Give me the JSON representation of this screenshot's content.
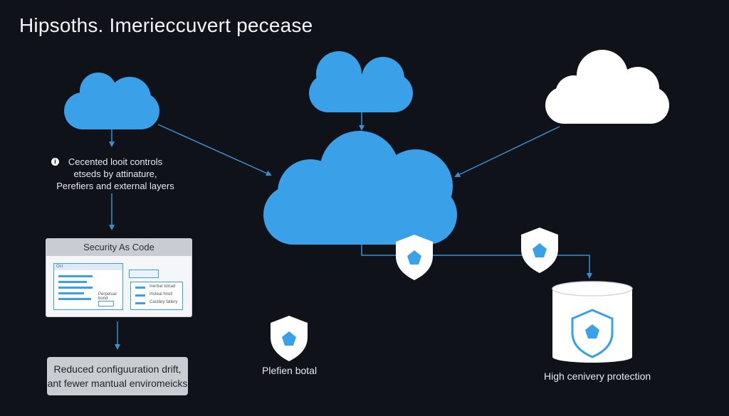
{
  "title": "Hipsoths. Imerieccuvert pecease",
  "note": {
    "lines": [
      "Cecented looit controls",
      "etseds by attinature,",
      "Perefiers and external layers"
    ]
  },
  "panel": {
    "header": "Security As Code",
    "window_tab": "Oct",
    "small_tag_1": "Perpetual",
    "small_tag_2": "bond",
    "row_texts": [
      "Inertiar tolcad",
      "Insteal hnoll",
      "Castiley fatlery"
    ]
  },
  "result": {
    "lines": [
      "Reduced configuuration drift,",
      "ant fewer mantual enviromeicks"
    ]
  },
  "labels": {
    "shield_center": "Plefien botal",
    "database": "High cenivery protection"
  },
  "colors": {
    "background": "#0f1218",
    "cloud_blue": "#3aa0e8",
    "cloud_white": "#ffffff",
    "connector": "#3a8fd0"
  },
  "icons": [
    "cloud-icon",
    "shield-icon",
    "database-icon",
    "info-icon"
  ]
}
